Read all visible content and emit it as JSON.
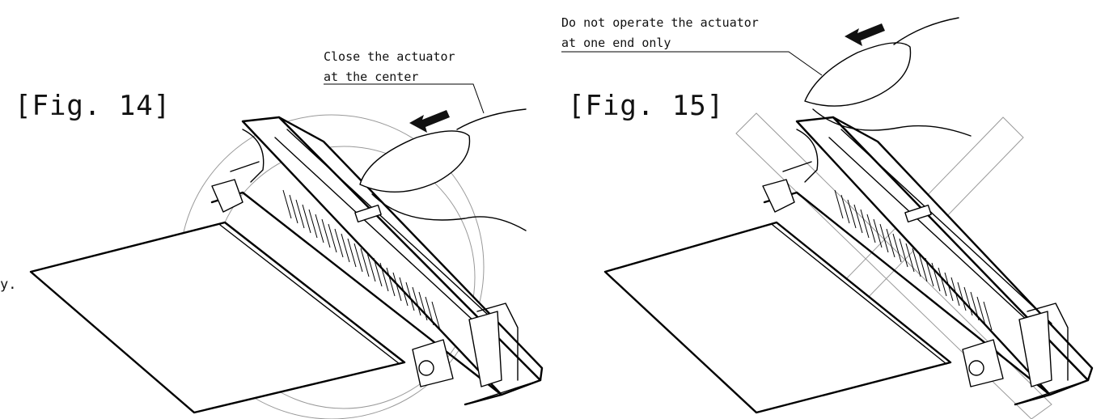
{
  "fig14": {
    "label": "[Fig. 14]",
    "note_line1": "Close the actuator",
    "note_line2": "at the center"
  },
  "fig15": {
    "label": "[Fig. 15]",
    "note_line1": "Do not operate the actuator",
    "note_line2": "at one end only"
  },
  "edge_fragment": "y.",
  "icons": {
    "push_direction": "arrow-icon",
    "finger": "finger-icon",
    "ok_mark": "circle-mark-icon",
    "ng_mark": "cross-mark-icon"
  }
}
